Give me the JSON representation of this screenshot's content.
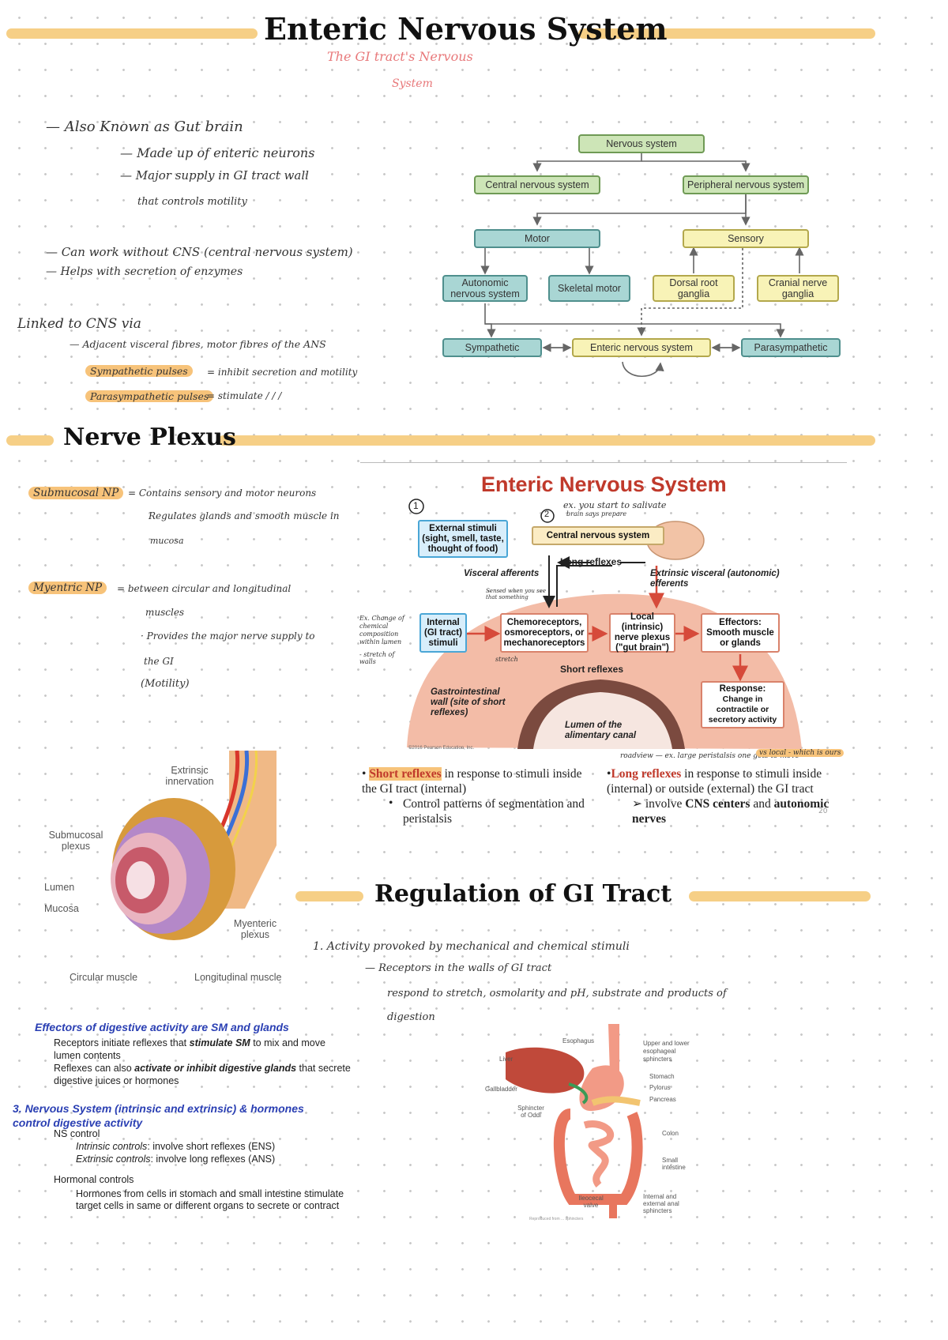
{
  "title": "Enteric Nervous System",
  "subtitle_line1": "The GI tract's Nervous",
  "subtitle_line2": "System",
  "notes": {
    "l1": "— Also Known as Gut brain",
    "l2": "— Made up of enteric neurons",
    "l3": "— Major supply in GI tract wall",
    "l4": "that controls motility",
    "l5": "— Can work without CNS (central nervous system)",
    "l6": "— Helps with secretion of enzymes",
    "l7": "Linked to CNS via",
    "l8": "— Adjacent visceral fibres, motor fibres of the ANS",
    "symp": "Sympathetic pulses",
    "symp_val": "= inhibit secretion and motility",
    "para": "Parasympathetic pulses",
    "para_val": "= stimulate  /  /  /"
  },
  "flowchart": {
    "ns": "Nervous system",
    "cns": "Central nervous system",
    "pns": "Peripheral nervous system",
    "motor": "Motor",
    "sensory": "Sensory",
    "ans": "Autonomic nervous system",
    "skm": "Skeletal motor",
    "drg": "Dorsal root ganglia",
    "cng": "Cranial nerve ganglia",
    "symp": "Sympathetic",
    "ens": "Enteric nervous system",
    "para": "Parasympathetic"
  },
  "section2": "Nerve Plexus",
  "plexus": {
    "sub": "Submucosal NP",
    "sub1": "= Contains sensory and motor neurons",
    "sub2": "Regulates glands and smooth muscle in",
    "sub3": "mucosa",
    "mye": "Myentric NP",
    "mye1": "=  between circular and longitudinal",
    "mye2": "muscles",
    "mye3": "· Provides the major nerve supply to",
    "mye4": "the GI",
    "mye5": "(Motility)"
  },
  "ens_slide": {
    "title": "Enteric Nervous System",
    "ext": "External stimuli (sight, smell, taste, thought of food)",
    "cns": "Central nervous system",
    "vis": "Visceral afferents",
    "long": "Long reflexes",
    "extr": "Extrinsic visceral (autonomic) efferents",
    "int": "Internal (GI tract) stimuli",
    "chemo": "Chemoreceptors, osmoreceptors, or mechanoreceptors",
    "local": "Local (intrinsic) nerve plexus (\"gut brain\")",
    "eff_h": "Effectors:",
    "eff": "Smooth muscle or glands",
    "short": "Short reflexes",
    "wall": "Gastrointestinal wall (site of short reflexes)",
    "lumen": "Lumen of the alimentary canal",
    "resp_h": "Response:",
    "resp": "Change in contractile or secretory activity",
    "copy": "©2016 Pearson Education, Inc.",
    "n1": "1",
    "n2": "2",
    "ann1": "ex. you start to salivate",
    "ann1b": "brain says prepare",
    "ann2": "Sensed when you see that something",
    "ann3": "Ex. Change of chemical composition within lumen",
    "ann3b": "- stretch of walls",
    "ann4": "stretch",
    "ann5": "roadview — ex. large peristalsis one gets to move",
    "ann6": "vs local - which is ours",
    "b1a": "Short reflexes",
    "b1b": " in response to stimuli inside the GI tract (internal)",
    "b1c": "Control patterns of segmentation and peristalsis",
    "b2a": "Long reflexes",
    "b2b": " in response to stimuli inside (internal) or outside (external) the GI tract",
    "b2c": "involve ",
    "b2d": "CNS centers",
    "b2e": " and ",
    "b2f": "autonomic nerves",
    "pg": "20"
  },
  "tube": {
    "ext": "Extrinsic innervation",
    "sub": "Submucosal plexus",
    "lumen": "Lumen",
    "mucosa": "Mucosa",
    "mye": "Myenteric plexus",
    "circ": "Circular muscle",
    "long": "Longitudinal muscle"
  },
  "section3": "Regulation of GI Tract",
  "reg": {
    "l1": "1. Activity provoked by mechanical and chemical stimuli",
    "l2": "— Receptors in the walls of GI tract",
    "l3": "respond to stretch, osmolarity and pH, substrate and products of",
    "l4": "digestion"
  },
  "effectors": {
    "h": "Effectors of digestive activity are SM and glands",
    "p1a": "Receptors initiate reflexes that ",
    "p1b": "stimulate SM",
    "p1c": " to mix and move lumen contents",
    "p2a": "Reflexes can also ",
    "p2b": "activate or inhibit digestive glands",
    "p2c": " that secrete digestive  juices or hormones",
    "h3": "3. Nervous System (intrinsic and extrinsic) & hormones control digestive activity",
    "ns": "NS control",
    "ic": "Intrinsic controls",
    "ic2": ": involve short reflexes (ENS)",
    "ec": "Extrinsic controls",
    "ec2": ": involve long reflexes (ANS)",
    "hc": "Hormonal controls",
    "hc2": "Hormones from cells in stomach and small intestine stimulate target cells in same or different organs to secrete or contract"
  },
  "organs": {
    "eso": "Esophagus",
    "ul": "Upper and lower esophageal sphincters",
    "liver": "Liver",
    "stom": "Stomach",
    "gall": "Gallbladder",
    "pyl": "Pylorus",
    "pan": "Pancreas",
    "odd": "Sphincter of Oddi",
    "colon": "Colon",
    "si": "Small intestine",
    "ileo": "Ileocecal valve",
    "anal": "Internal and external anal sphincters",
    "credit": "Reproduced from ... sphincters"
  }
}
